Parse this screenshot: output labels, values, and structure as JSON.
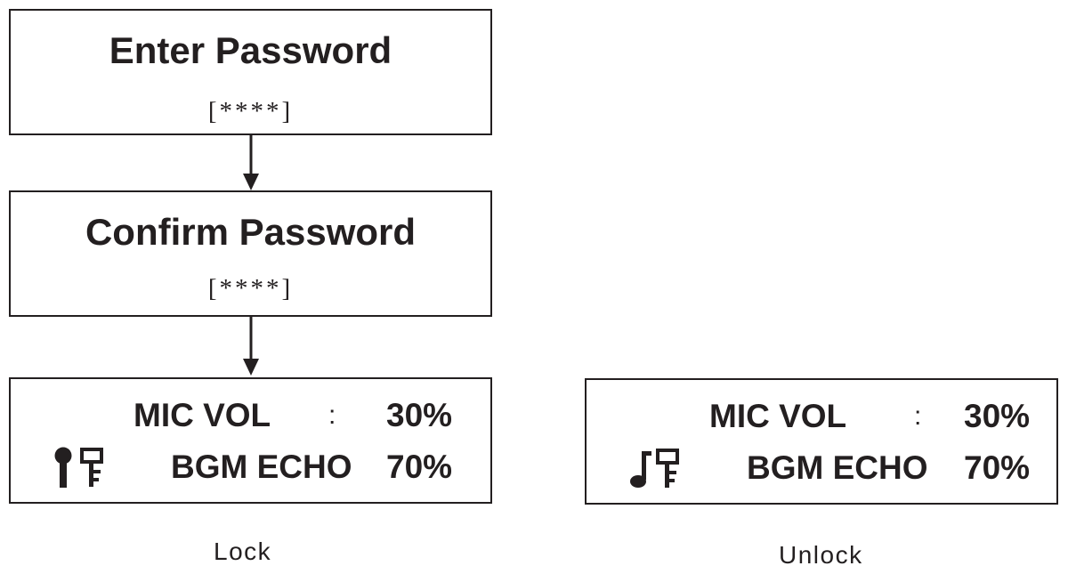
{
  "enter_box": {
    "title": "Enter Password",
    "value": "[****]"
  },
  "confirm_box": {
    "title": "Confirm Password",
    "value": "[****]"
  },
  "lock_display": {
    "line1_label": "MIC VOL",
    "line1_separator": ":",
    "line1_value": "30%",
    "line2_label": "BGM ECHO",
    "line2_value": "70%",
    "icons": [
      "microphone-icon",
      "key-icon"
    ]
  },
  "unlock_display": {
    "line1_label": "MIC VOL",
    "line1_separator": ":",
    "line1_value": "30%",
    "line2_label": "BGM ECHO",
    "line2_value": "70%",
    "icons": [
      "music-note-icon",
      "key-icon"
    ]
  },
  "captions": {
    "lock": "Lock",
    "unlock": "Unlock"
  },
  "colors": {
    "ink": "#231f20",
    "background": "#ffffff"
  }
}
